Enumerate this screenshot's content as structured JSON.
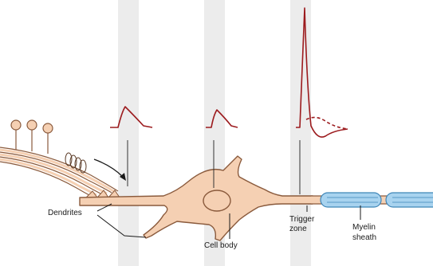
{
  "labels": {
    "dendrites": "Dendrites",
    "cell_body": "Cell body",
    "trigger_zone_line1": "Trigger",
    "trigger_zone_line2": "zone",
    "myelin_line1": "Myelin",
    "myelin_line2": "sheath"
  },
  "colors": {
    "neuron_fill": "#f5d0b3",
    "neuron_stroke": "#8a5a3c",
    "trace": "#9c1b1e",
    "myelin_fill": "#a8d3ef",
    "myelin_stroke": "#3f86b8",
    "recording_band": "#ececec"
  }
}
